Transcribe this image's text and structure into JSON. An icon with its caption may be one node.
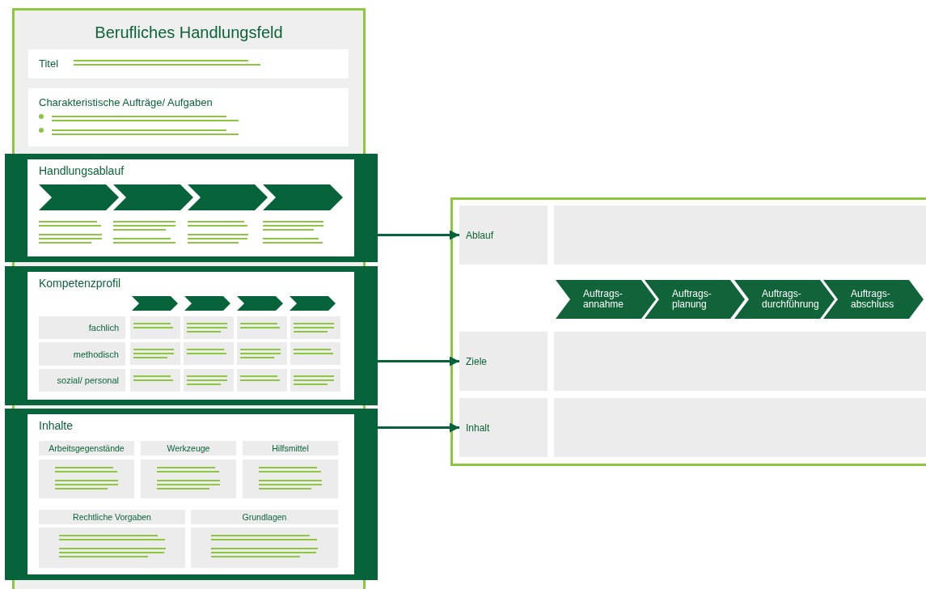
{
  "diagram": {
    "nodes": [
      {
        "text": [
          "Berufliches Handlungsfeld"
        ]
      },
      {
        "text": [
          "Titel"
        ],
        "in": 0
      },
      {
        "text": [
          "Charakteristische Aufträge/ Aufgaben"
        ],
        "in": 0
      },
      {
        "text": [
          "Handlungsablauf"
        ]
      },
      {
        "text": [
          "Kompetenzprofil"
        ]
      },
      {
        "text": [
          "fachlich"
        ],
        "in": 4
      },
      {
        "text": [
          "methodisch"
        ],
        "in": 4
      },
      {
        "text": [
          "sozial/ personal"
        ],
        "in": 4
      },
      {
        "text": [
          "Inhalte"
        ]
      },
      {
        "text": [
          "Arbeitsgegenstände"
        ],
        "in": 8
      },
      {
        "text": [
          "Werkzeuge"
        ],
        "in": 8
      },
      {
        "text": [
          "Hilfsmittel"
        ],
        "in": 8
      },
      {
        "text": [
          "Rechtliche Vorgaben"
        ],
        "in": 8
      },
      {
        "text": [
          "Grundlagen"
        ],
        "in": 8
      },
      {
        "text": [],
        "shape": "box"
      },
      {
        "text": [
          "Ablauf"
        ],
        "in": 14
      },
      {
        "text": [],
        "shape": "box",
        "in": 14
      },
      {
        "text": [
          "Auftrags- annahme"
        ],
        "in": 14
      },
      {
        "text": [
          "Auftrags- planung"
        ],
        "in": 14
      },
      {
        "text": [
          "Auftrags- durchführung"
        ],
        "in": 14
      },
      {
        "text": [
          "Auftrags- abschluss"
        ],
        "in": 14
      },
      {
        "text": [
          "Ziele"
        ],
        "in": 14
      },
      {
        "text": [],
        "shape": "box",
        "in": 14
      },
      {
        "text": [
          "Inhalt"
        ],
        "in": 14
      },
      {
        "text": [],
        "shape": "box",
        "in": 14
      }
    ],
    "edges": [
      {
        "from": 3,
        "to": 15,
        "arrow": "to"
      },
      {
        "from": 4,
        "to": 21,
        "arrow": "to"
      },
      {
        "from": 8,
        "to": 23,
        "arrow": "to"
      }
    ]
  }
}
